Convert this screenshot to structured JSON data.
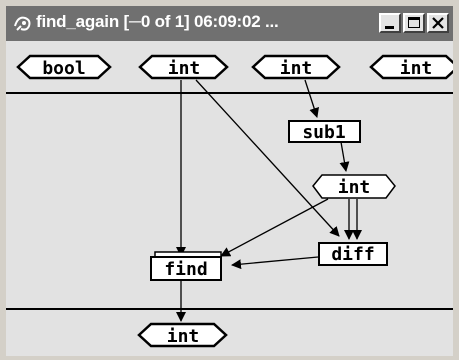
{
  "window": {
    "title": "find_again [─0 of 1]  06:09:02 ...",
    "buttons": [
      "minimize",
      "maximize",
      "close"
    ]
  },
  "graph": {
    "inputs": [
      "bool",
      "int",
      "int",
      "int"
    ],
    "nodes": {
      "sub1": "sub1",
      "mid_int": "int",
      "diff": "diff",
      "find": "find"
    },
    "output": "int"
  },
  "colors": {
    "titlebar": "#707070",
    "canvas": "#e2e2e2",
    "frame": "#d4d0c8"
  }
}
